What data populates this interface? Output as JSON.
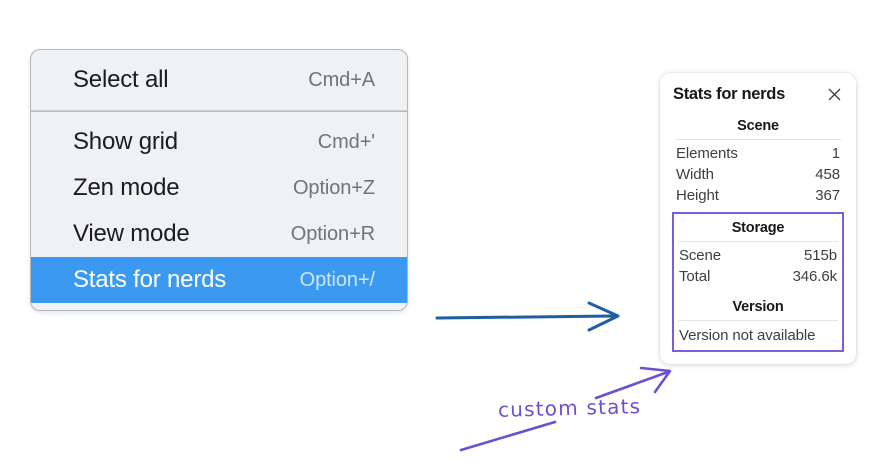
{
  "canvas": {
    "background": "#ffffff",
    "accent_blue": "#3b99ef",
    "arrow_blue": "#1f5fa0",
    "annotation_purple": "#6c4fd4"
  },
  "context_menu": {
    "groups": [
      {
        "items": [
          {
            "label": "Select all",
            "shortcut": "Cmd+A",
            "selected": false
          }
        ]
      },
      {
        "items": [
          {
            "label": "Show grid",
            "shortcut": "Cmd+'",
            "selected": false
          },
          {
            "label": "Zen mode",
            "shortcut": "Option+Z",
            "selected": false
          },
          {
            "label": "View mode",
            "shortcut": "Option+R",
            "selected": false
          },
          {
            "label": "Stats for nerds",
            "shortcut": "Option+/",
            "selected": true
          }
        ]
      }
    ]
  },
  "stats_panel": {
    "title": "Stats for nerds",
    "close_icon": "close-icon",
    "sections": [
      {
        "name": "scene",
        "title": "Scene",
        "rows": [
          {
            "key": "Elements",
            "value": "1"
          },
          {
            "key": "Width",
            "value": "458"
          },
          {
            "key": "Height",
            "value": "367"
          }
        ]
      },
      {
        "name": "storage",
        "title": "Storage",
        "rows": [
          {
            "key": "Scene",
            "value": "515b"
          },
          {
            "key": "Total",
            "value": "346.6k"
          }
        ]
      },
      {
        "name": "version",
        "title": "Version",
        "note": "Version not available"
      }
    ]
  },
  "annotations": {
    "handwritten_label": "custom stats",
    "blue_arrow": "arrow-right-icon",
    "purple_arrow": "arrow-up-right-icon",
    "purple_underline": "underline-stroke-icon"
  }
}
